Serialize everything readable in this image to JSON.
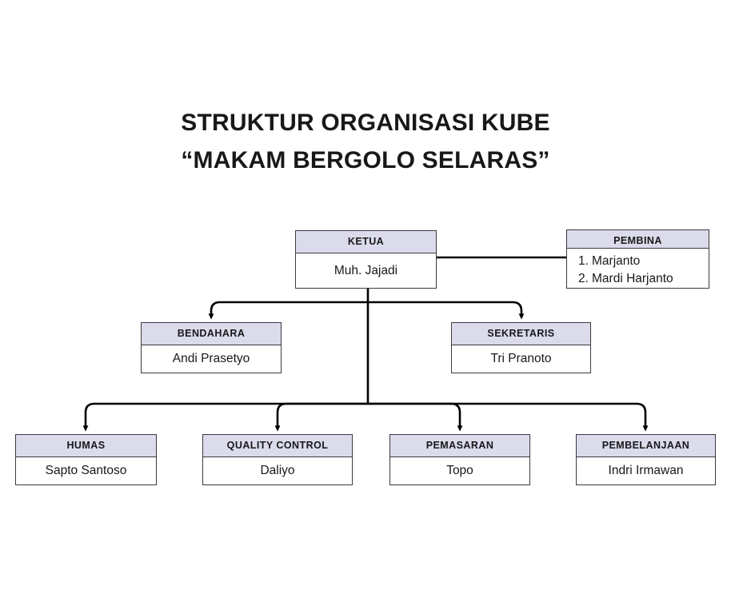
{
  "title": {
    "line1": "STRUKTUR ORGANISASI KUBE",
    "line2": "“MAKAM BERGOLO SELARAS”"
  },
  "colors": {
    "header_fill": "#dbdbeb",
    "border": "#3a3a42",
    "text": "#17181a",
    "background": "#ffffff",
    "connector": "#000000"
  },
  "chart_data": {
    "type": "diagram",
    "diagram_type": "organizational-chart",
    "title": "STRUKTUR ORGANISASI KUBE “MAKAM BERGOLO SELARAS”",
    "nodes": [
      {
        "id": "ketua",
        "role": "KETUA",
        "name": "Muh. Jajadi",
        "level": 1
      },
      {
        "id": "pembina",
        "role": "PEMBINA",
        "names": [
          "Marjanto",
          "Mardi Harjanto"
        ],
        "level": 1
      },
      {
        "id": "bendahara",
        "role": "BENDAHARA",
        "name": "Andi Prasetyo",
        "level": 2
      },
      {
        "id": "sekretaris",
        "role": "SEKRETARIS",
        "name": "Tri Pranoto",
        "level": 2
      },
      {
        "id": "humas",
        "role": "HUMAS",
        "name": "Sapto Santoso",
        "level": 3
      },
      {
        "id": "quality_control",
        "role": "QUALITY CONTROL",
        "name": "Daliyo",
        "level": 3
      },
      {
        "id": "pemasaran",
        "role": "PEMASARAN",
        "name": "Topo",
        "level": 3
      },
      {
        "id": "pembelanjaan",
        "role": "PEMBELANJAAN",
        "name": "Indri Irmawan",
        "level": 3
      }
    ],
    "edges": [
      {
        "from": "ketua",
        "to": "pembina",
        "style": "line",
        "arrow": false
      },
      {
        "from": "ketua",
        "to": "bendahara",
        "style": "elbow",
        "arrow": true
      },
      {
        "from": "ketua",
        "to": "sekretaris",
        "style": "elbow",
        "arrow": true
      },
      {
        "from": "ketua",
        "to": "humas",
        "style": "elbow",
        "arrow": true
      },
      {
        "from": "ketua",
        "to": "quality_control",
        "style": "elbow",
        "arrow": true
      },
      {
        "from": "ketua",
        "to": "pemasaran",
        "style": "elbow",
        "arrow": true
      },
      {
        "from": "ketua",
        "to": "pembelanjaan",
        "style": "elbow",
        "arrow": true
      }
    ]
  },
  "nodes": {
    "ketua": {
      "role": "KETUA",
      "name": "Muh. Jajadi"
    },
    "pembina": {
      "role": "PEMBINA",
      "item1_num": "1.",
      "item1_name": "Marjanto",
      "item2_num": "2.",
      "item2_name": "Mardi Harjanto"
    },
    "bendahara": {
      "role": "BENDAHARA",
      "name": "Andi Prasetyo"
    },
    "sekretaris": {
      "role": "SEKRETARIS",
      "name": "Tri Pranoto"
    },
    "humas": {
      "role": "HUMAS",
      "name": "Sapto Santoso"
    },
    "quality_control": {
      "role": "QUALITY CONTROL",
      "name": "Daliyo"
    },
    "pemasaran": {
      "role": "PEMASARAN",
      "name": "Topo"
    },
    "pembelanjaan": {
      "role": "PEMBELANJAAN",
      "name": "Indri Irmawan"
    }
  }
}
